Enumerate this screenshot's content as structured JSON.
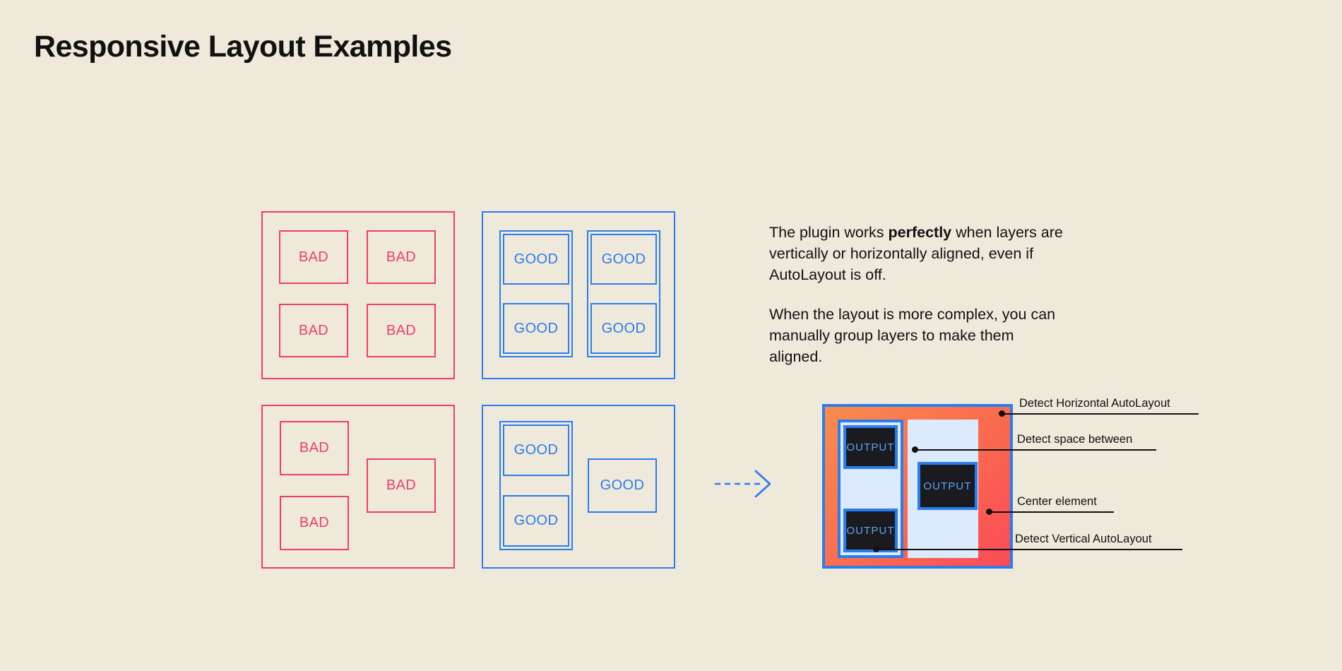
{
  "page": {
    "title": "Responsive Layout Examples",
    "background_color": "#efe9dc",
    "bad_color": "#ef3f5e",
    "good_color": "#2a7ded",
    "accent_frame_color": "#fa6a4f",
    "output_fill_color": "#1a1a1f",
    "output_label_color": "#5ea6f5",
    "text_color": "#111111"
  },
  "labels": {
    "bad": "BAD",
    "good": "GOOD",
    "output": "OUTPUT"
  },
  "examples": {
    "top_bad": {
      "name": "bad-grid-2x2",
      "boxes": [
        {
          "label": "BAD"
        },
        {
          "label": "BAD"
        },
        {
          "label": "BAD"
        },
        {
          "label": "BAD"
        }
      ]
    },
    "top_good": {
      "name": "good-grid-2x2-grouped",
      "boxes": [
        {
          "label": "GOOD"
        },
        {
          "label": "GOOD"
        },
        {
          "label": "GOOD"
        },
        {
          "label": "GOOD"
        }
      ]
    },
    "bottom_bad": {
      "name": "bad-complex-layout",
      "boxes": [
        {
          "label": "BAD"
        },
        {
          "label": "BAD"
        },
        {
          "label": "BAD"
        }
      ]
    },
    "bottom_good": {
      "name": "good-complex-layout-grouped",
      "boxes": [
        {
          "label": "GOOD"
        },
        {
          "label": "GOOD"
        },
        {
          "label": "GOOD"
        }
      ]
    }
  },
  "copy": {
    "paragraph_1_part_1": "The plugin works ",
    "paragraph_1_bold": "perfectly",
    "paragraph_1_part_2": " when layers are vertically or horizontally aligned, even if AutoLayout is off.",
    "paragraph_2": "When the layout is more complex, you can manually group layers to make them aligned."
  },
  "arrow": {
    "icon": "dashed-arrow-right-icon",
    "color": "#2a7ded",
    "style": "dashed"
  },
  "result": {
    "name": "detection-result-diagram",
    "output_boxes": [
      {
        "label": "OUTPUT"
      },
      {
        "label": "OUTPUT"
      },
      {
        "label": "OUTPUT"
      }
    ],
    "annotations": [
      {
        "label": "Detect Horizontal AutoLayout"
      },
      {
        "label": "Detect space between"
      },
      {
        "label": "Center element"
      },
      {
        "label": "Detect Vertical AutoLayout"
      }
    ]
  }
}
